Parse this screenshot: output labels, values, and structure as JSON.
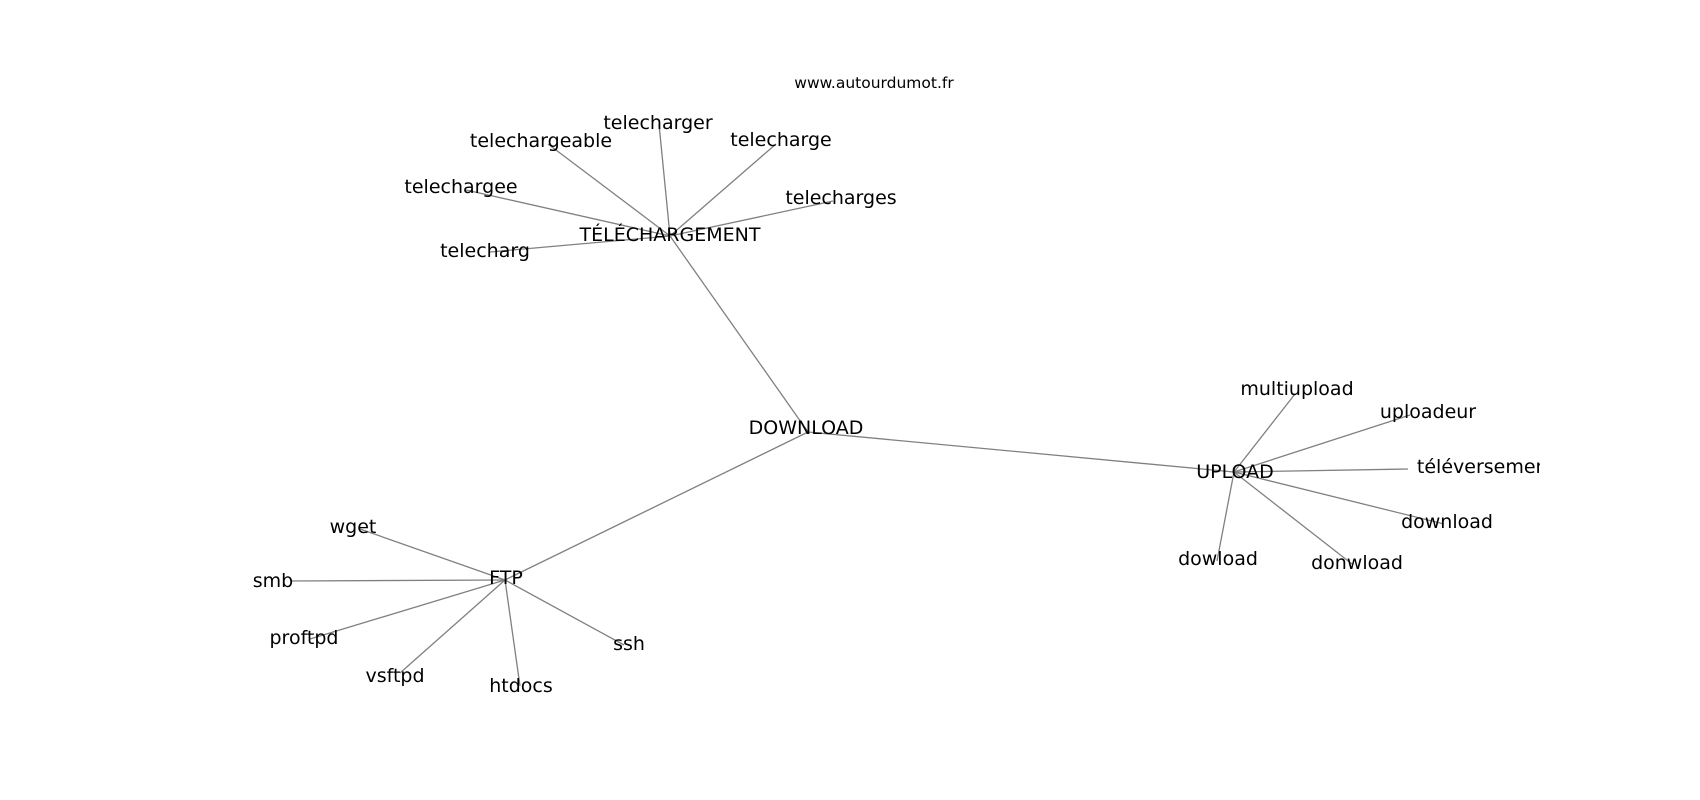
{
  "watermark": "www.autourdumot.fr",
  "nodes": {
    "download": "DOWNLOAD",
    "telechargement": "TÉLÉCHARGEMENT",
    "upload": "UPLOAD",
    "ftp": "FTP",
    "telechargeable": "telechargeable",
    "telecharger": "telecharger",
    "telecharge": "telecharge",
    "telechargee": "telechargee",
    "telecharges": "telecharges",
    "telecharg": "telecharg",
    "multiupload": "multiupload",
    "uploadeur": "uploadeur",
    "televersement": "téléversement",
    "download_lower": "download",
    "dowload": "dowload",
    "donwload": "donwload",
    "wget": "wget",
    "smb": "smb",
    "proftpd": "proftpd",
    "vsftpd": "vsftpd",
    "htdocs": "htdocs",
    "ssh": "ssh"
  },
  "edges": [
    [
      "download",
      "telechargement"
    ],
    [
      "download",
      "upload"
    ],
    [
      "download",
      "ftp"
    ],
    [
      "telechargement",
      "telechargeable"
    ],
    [
      "telechargement",
      "telecharger"
    ],
    [
      "telechargement",
      "telecharge"
    ],
    [
      "telechargement",
      "telechargee"
    ],
    [
      "telechargement",
      "telecharges"
    ],
    [
      "telechargement",
      "telecharg"
    ],
    [
      "upload",
      "multiupload"
    ],
    [
      "upload",
      "uploadeur"
    ],
    [
      "upload",
      "televersement"
    ],
    [
      "upload",
      "download_lower"
    ],
    [
      "upload",
      "dowload"
    ],
    [
      "upload",
      "donwload"
    ],
    [
      "ftp",
      "wget"
    ],
    [
      "ftp",
      "smb"
    ],
    [
      "ftp",
      "proftpd"
    ],
    [
      "ftp",
      "vsftpd"
    ],
    [
      "ftp",
      "htdocs"
    ],
    [
      "ftp",
      "ssh"
    ]
  ]
}
